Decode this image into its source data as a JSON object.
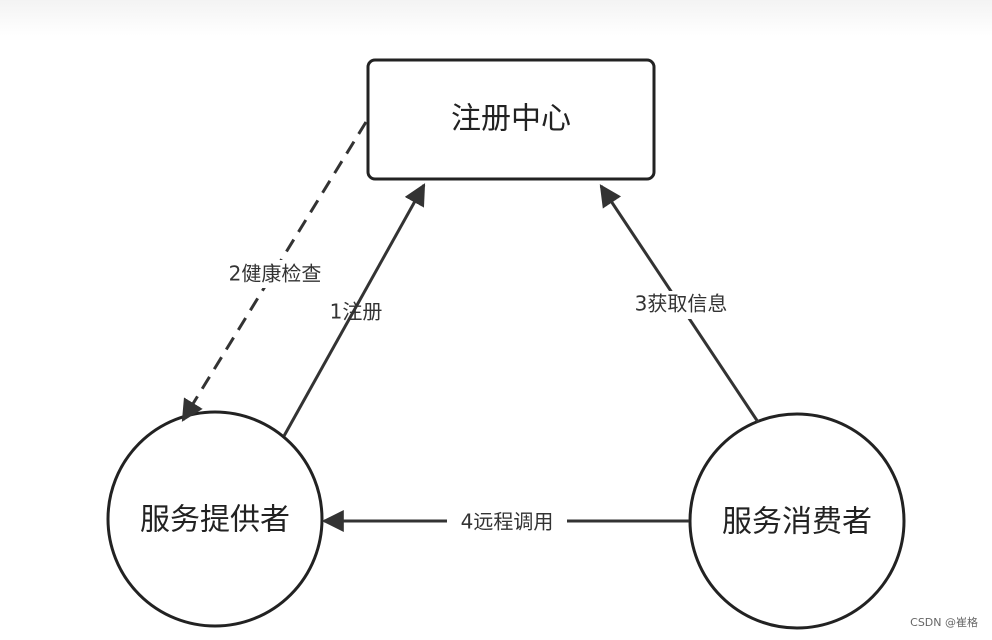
{
  "diagram": {
    "nodes": {
      "registry": {
        "label": "注册中心"
      },
      "provider": {
        "label": "服务提供者"
      },
      "consumer": {
        "label": "服务消费者"
      }
    },
    "edges": {
      "register": {
        "label": "1注册",
        "style": "solid"
      },
      "health_check": {
        "label": "2健康检查",
        "style": "dashed"
      },
      "get_info": {
        "label": "3获取信息",
        "style": "solid"
      },
      "remote_call": {
        "label": "4远程调用",
        "style": "solid"
      }
    }
  },
  "watermark": {
    "text": "CSDN @崔格"
  },
  "colors": {
    "stroke": "#222222",
    "edge": "#333333",
    "background": "#ffffff"
  }
}
